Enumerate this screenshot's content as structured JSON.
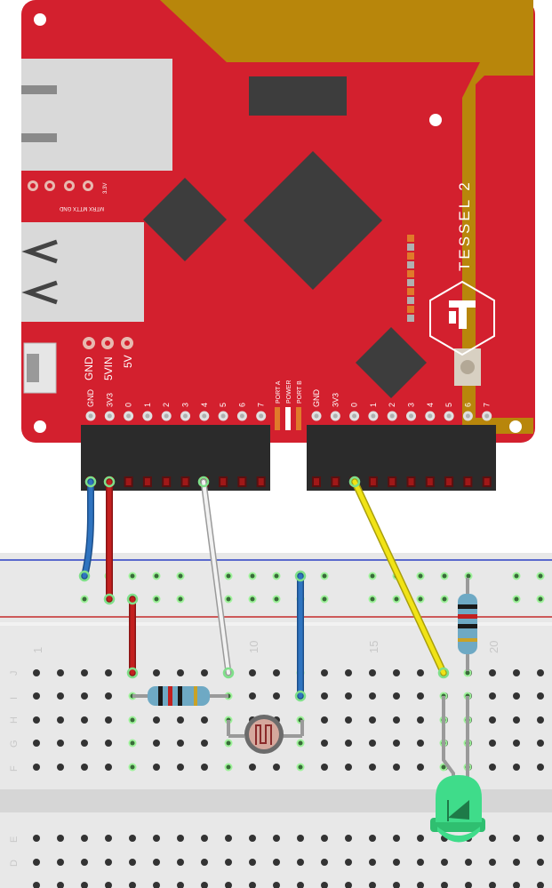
{
  "board": {
    "brand_text": "TESSEL 2",
    "port_a_pins": [
      "GND",
      "3V3",
      "0",
      "1",
      "2",
      "3",
      "4",
      "5",
      "6",
      "7"
    ],
    "port_b_pins": [
      "GND",
      "3V3",
      "0",
      "1",
      "2",
      "3",
      "4",
      "5",
      "6",
      "7"
    ],
    "power_pins": [
      "GND",
      "5VIN",
      "5V"
    ],
    "uart_labels": "MTRX MTTX GND",
    "uart_voltage": "3.3V",
    "port_labels": [
      "PORT A",
      "POWER",
      "PORT B"
    ]
  },
  "breadboard": {
    "column_numbers": [
      "1",
      "10",
      "15",
      "20"
    ],
    "top_row_letters": [
      "J",
      "I",
      "H",
      "G",
      "F"
    ],
    "bottom_row_letters": [
      "E",
      "D"
    ]
  },
  "components": {
    "resistor_1": "resistor",
    "resistor_2": "resistor",
    "photoresistor": "photoresistor",
    "led": "green LED"
  },
  "colors": {
    "board_red": "#d3202e",
    "gold": "#b8860b",
    "wire_blue": "#2f74c0",
    "wire_red": "#c3201f",
    "wire_white": "#f2f2f2",
    "wire_yellow": "#f1e316",
    "led_green": "#3fdc8a"
  }
}
